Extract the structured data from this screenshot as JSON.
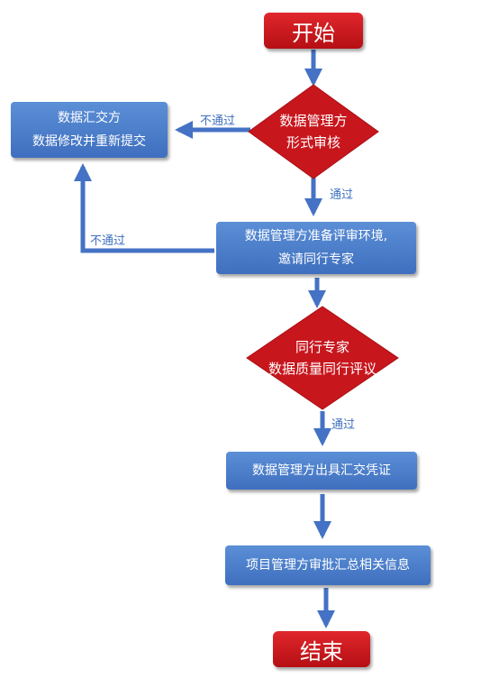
{
  "nodes": {
    "start": "开始",
    "review": [
      "数据管理方",
      "形式审核"
    ],
    "submitter": [
      "数据汇交方",
      "数据修改并重新提交"
    ],
    "prepare": [
      "数据管理方准备评审环境,",
      "邀请同行专家"
    ],
    "peer": [
      "同行专家",
      "数据质量同行评议"
    ],
    "certificate": "数据管理方出具汇交凭证",
    "approve": "项目管理方审批汇总相关信息",
    "end": "结束"
  },
  "edges": {
    "fail_1": "不通过",
    "pass_1": "通过",
    "fail_2": "不通过",
    "pass_2": "通过"
  },
  "colors": {
    "blue": "#4472c4",
    "red": "#c8161d",
    "arrow": "#4472c4"
  }
}
